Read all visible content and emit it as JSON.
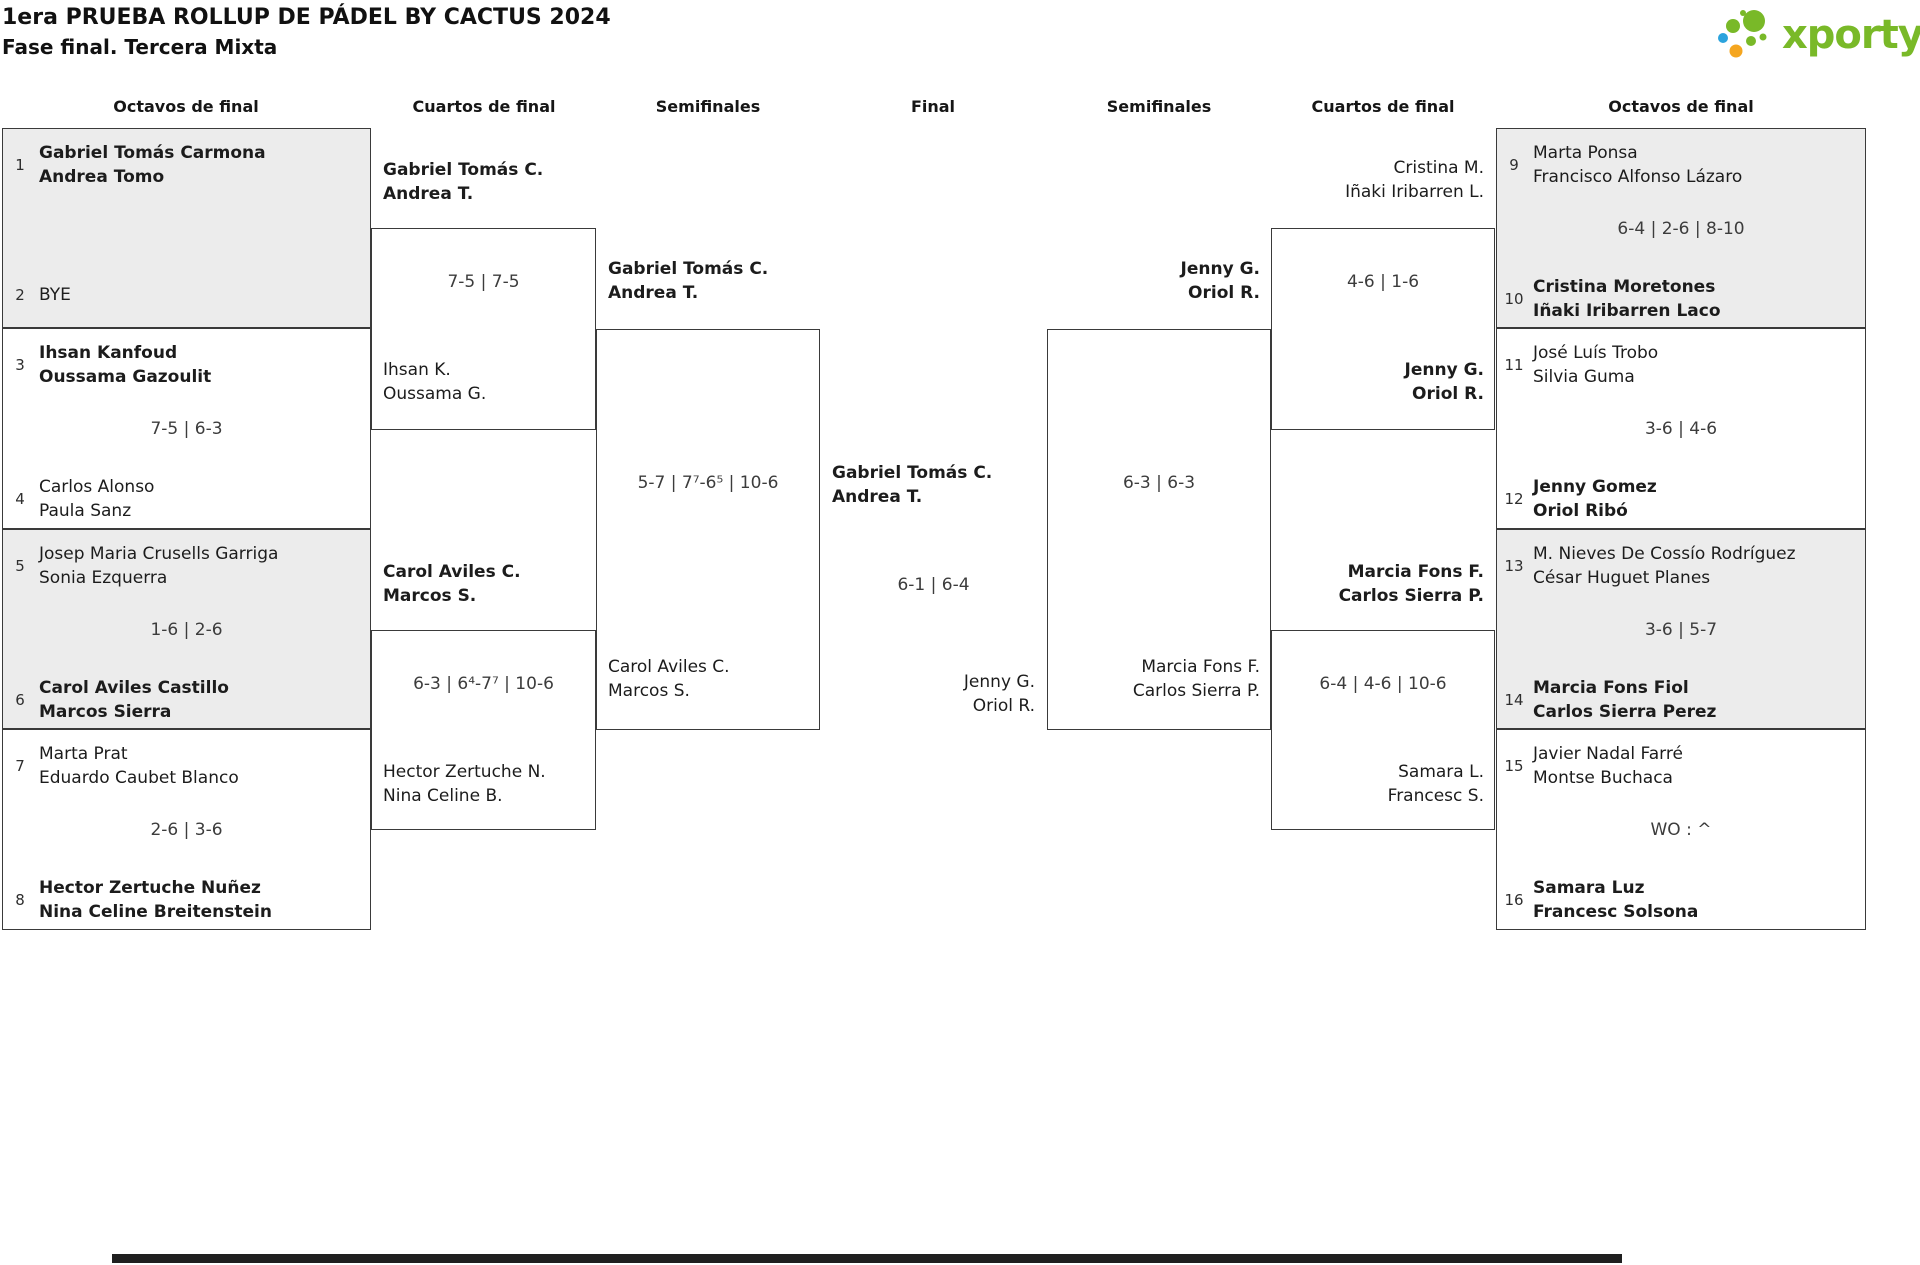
{
  "title": "1era PRUEBA ROLLUP DE PÁDEL BY CACTUS 2024",
  "subtitle": "Fase final. Tercera Mixta",
  "headers": [
    "Octavos de final",
    "Cuartos de final",
    "Semifinales",
    "Final",
    "Semifinales",
    "Cuartos de final",
    "Octavos de final"
  ],
  "logo": {
    "text": "xporty",
    "green": "#79b928",
    "orange": "#f5a61f",
    "blue": "#2ba3dd"
  },
  "octavos": {
    "m1": {
      "seed_a": "1",
      "a1": "Gabriel Tomás Carmona",
      "a2": "Andrea Tomo",
      "a_winner": true,
      "score": "",
      "seed_b": "2",
      "b1": "BYE",
      "b2": "",
      "b_winner": false
    },
    "m2": {
      "seed_a": "3",
      "a1": "Ihsan Kanfoud",
      "a2": "Oussama Gazoulit",
      "a_winner": true,
      "score": "7-5 | 6-3",
      "seed_b": "4",
      "b1": "Carlos Alonso",
      "b2": "Paula Sanz",
      "b_winner": false
    },
    "m3": {
      "seed_a": "5",
      "a1": "Josep Maria Crusells Garriga",
      "a2": "Sonia Ezquerra",
      "a_winner": false,
      "score": "1-6 | 2-6",
      "seed_b": "6",
      "b1": "Carol Aviles Castillo",
      "b2": "Marcos Sierra",
      "b_winner": true
    },
    "m4": {
      "seed_a": "7",
      "a1": "Marta Prat",
      "a2": "Eduardo Caubet Blanco",
      "a_winner": false,
      "score": "2-6 | 3-6",
      "seed_b": "8",
      "b1": "Hector Zertuche Nuñez",
      "b2": "Nina Celine Breitenstein",
      "b_winner": true
    },
    "m5": {
      "seed_a": "9",
      "a1": "Marta Ponsa",
      "a2": "Francisco Alfonso Lázaro",
      "a_winner": false,
      "score": "6-4 | 2-6 | 8-10",
      "seed_b": "10",
      "b1": "Cristina Moretones",
      "b2": "Iñaki Iribarren Laco",
      "b_winner": true
    },
    "m6": {
      "seed_a": "11",
      "a1": "José Luís Trobo",
      "a2": "Silvia Guma",
      "a_winner": false,
      "score": "3-6 | 4-6",
      "seed_b": "12",
      "b1": "Jenny Gomez",
      "b2": "Oriol Ribó",
      "b_winner": true
    },
    "m7": {
      "seed_a": "13",
      "a1": "M. Nieves De Cossío Rodríguez",
      "a2": "César Huguet Planes",
      "a_winner": false,
      "score": "3-6 | 5-7",
      "seed_b": "14",
      "b1": "Marcia Fons Fiol",
      "b2": "Carlos Sierra Perez",
      "b_winner": true
    },
    "m8": {
      "seed_a": "15",
      "a1": "Javier Nadal Farré",
      "a2": "Montse Buchaca",
      "a_winner": false,
      "score": "WO : ^",
      "seed_b": "16",
      "b1": "Samara Luz",
      "b2": "Francesc Solsona",
      "b_winner": true
    }
  },
  "qf_left_1": {
    "winner1": "Gabriel Tomás C.",
    "winner2": "Andrea T.",
    "score": "7-5 | 7-5",
    "loser1": "Ihsan K.",
    "loser2": "Oussama G."
  },
  "qf_left_2": {
    "winner1": "Carol Aviles C.",
    "winner2": "Marcos S.",
    "score": "6-3 | 6⁴-7⁷ | 10-6",
    "loser1": "Hector Zertuche N.",
    "loser2": "Nina Celine B."
  },
  "sf_left": {
    "winner1": "Gabriel Tomás C.",
    "winner2": "Andrea T.",
    "score": "5-7 | 7⁷-6⁵ | 10-6",
    "loser1": "Carol Aviles C.",
    "loser2": "Marcos S."
  },
  "final": {
    "winner1": "Gabriel Tomás C.",
    "winner2": "Andrea T.",
    "score": "6-1 | 6-4",
    "runner_up1": "Jenny G.",
    "runner_up2": "Oriol R."
  },
  "sf_right": {
    "winner1": "Jenny G.",
    "winner2": "Oriol R.",
    "score": "6-3 | 6-3",
    "loser1": "Marcia Fons F.",
    "loser2": "Carlos Sierra P."
  },
  "qf_right_1": {
    "top1": "Cristina M.",
    "top2": "Iñaki Iribarren L.",
    "score": "4-6 | 1-6",
    "winner1": "Jenny G.",
    "winner2": "Oriol R."
  },
  "qf_right_2": {
    "winner1": "Marcia Fons F.",
    "winner2": "Carlos Sierra P.",
    "score": "6-4 | 4-6 | 10-6",
    "loser1": "Samara L.",
    "loser2": "Francesc S."
  }
}
